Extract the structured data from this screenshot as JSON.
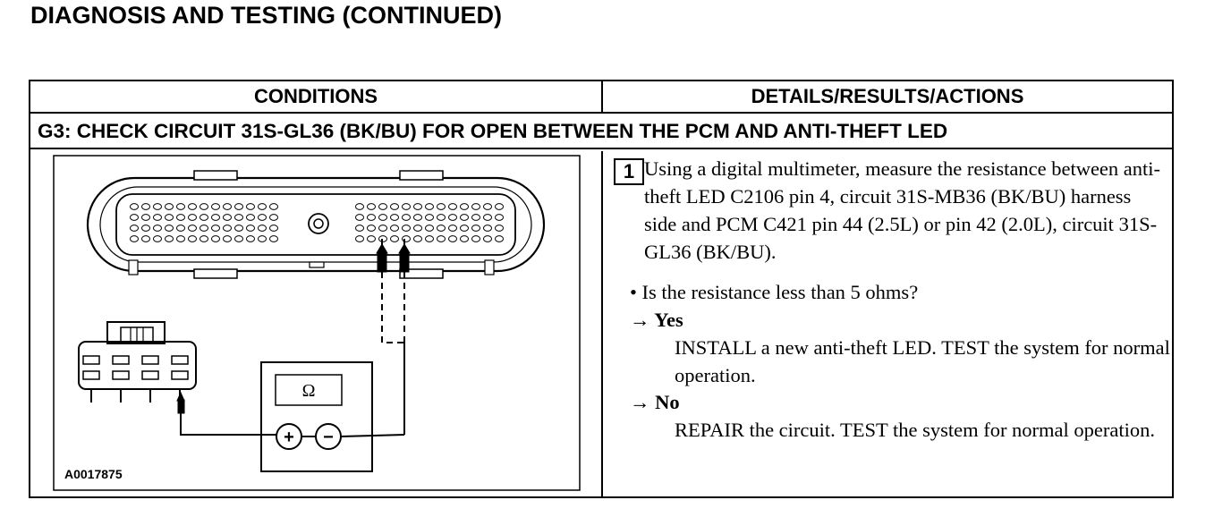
{
  "page": {
    "title": "DIAGNOSIS AND TESTING (CONTINUED)"
  },
  "table": {
    "headers": [
      "CONDITIONS",
      "DETAILS/RESULTS/ACTIONS"
    ],
    "step_title": "G3: CHECK CIRCUIT 31S-GL36 (BK/BU) FOR OPEN BETWEEN THE PCM AND ANTI-THEFT LED",
    "figure": {
      "id": "A0017875",
      "meter_symbol": "Ω",
      "plus_symbol": "+",
      "minus_symbol": "−"
    },
    "step": {
      "number": "1",
      "text": "Using a digital multimeter, measure the resistance between anti-theft LED C2106 pin 4, circuit 31S-MB36 (BK/BU) harness side and PCM C421 pin 44 (2.5L) or pin 42 (2.0L), circuit 31S-GL36 (BK/BU).",
      "question": "• Is the resistance less than 5 ohms?",
      "yes_label": "→ Yes",
      "yes_text": "INSTALL a new anti-theft LED. TEST the system for normal operation.",
      "no_label": "→ No",
      "no_text": "REPAIR the circuit. TEST the system for normal operation."
    }
  }
}
